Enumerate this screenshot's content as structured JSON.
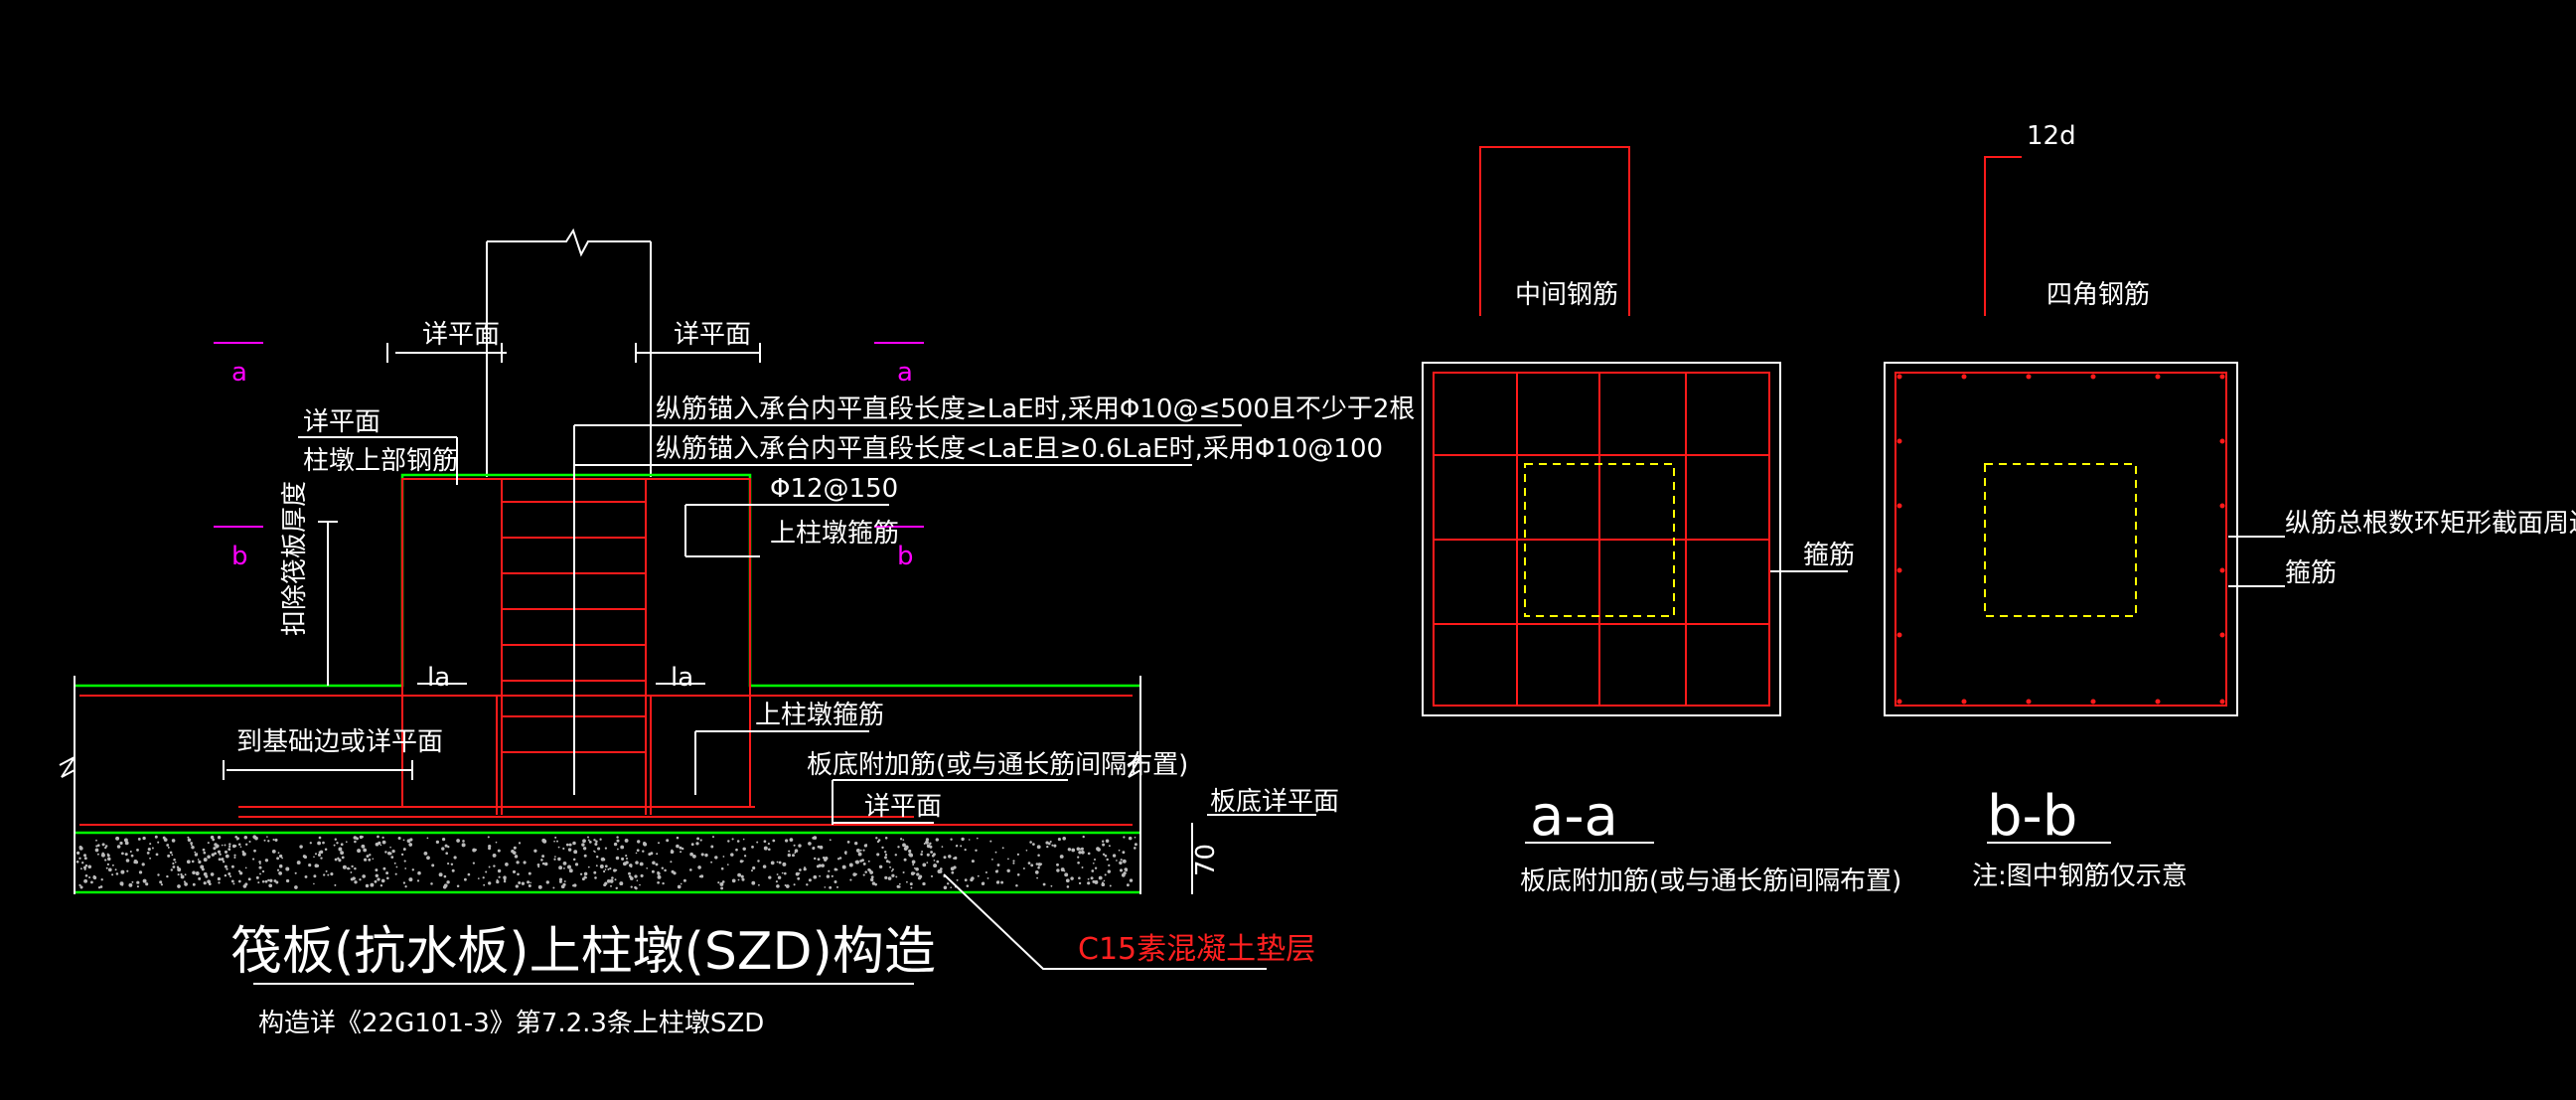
{
  "left_detail": {
    "title": "筏板(抗水板)上柱墩(SZD)构造",
    "subtitle": "构造详《22G101-3》第7.2.3条上柱墩SZD",
    "labels": {
      "xiang_pingmian_left": "详平面",
      "xiang_pingmian_right": "详平面",
      "xiang_pingmian_side": "详平面",
      "upper_rebar": "柱墩上部钢筋",
      "anchor_rule_1": "纵筋锚入承台内平直段长度≥LaE时,采用Φ10@≤500且不少于2根",
      "anchor_rule_2": "纵筋锚入承台内平直段长度<LaE且≥0.6LaE时,采用Φ10@100",
      "stirrup_spec": "Φ12@150",
      "stirrup_label_1": "上柱墩箍筋",
      "stirrup_label_2": "上柱墩箍筋",
      "thickness_note": "扣除筏板厚度",
      "la_left": "la",
      "la_right": "la",
      "to_edge": "到基础边或详平面",
      "bottom_extra": "板底附加筋(或与通长筋间隔布置)",
      "xiang_pingmian_bottom": "详平面",
      "slab_bottom": "板底详平面",
      "dim_70": "70",
      "cushion": "C15素混凝土垫层",
      "sec_a_left": "a",
      "sec_a_right": "a",
      "sec_b_left": "b",
      "sec_b_right": "b"
    }
  },
  "section_aa": {
    "title": "a-a",
    "top_label": "中间钢筋",
    "side_label": "箍筋",
    "note": "板底附加筋(或与通长筋间隔布置)"
  },
  "section_bb": {
    "title": "b-b",
    "dim_label": "12d",
    "top_label": "四角钢筋",
    "side_label_1": "纵筋总根数环矩形截面周边均匀布置",
    "side_label_2": "箍筋",
    "note": "注:图中钢筋仅示意"
  },
  "colors": {
    "background": "#000000",
    "outline": "#ffffff",
    "concrete_edge": "#00ff00",
    "rebar": "#ff1a1a",
    "section_mark": "#ff00ff",
    "core_dashed": "#ffff00"
  }
}
